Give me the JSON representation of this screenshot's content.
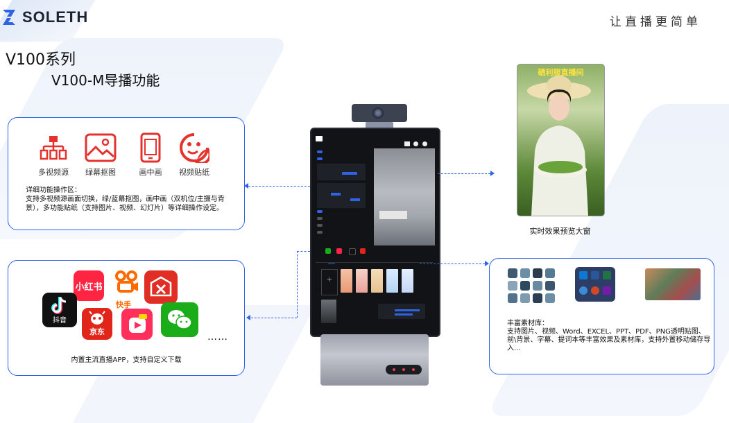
{
  "header": {
    "logo_text": "SOLETH",
    "slogan": "让直播更简单"
  },
  "titles": {
    "series": "V100系列",
    "subtitle": "V100-M导播功能"
  },
  "features_box": {
    "features": [
      {
        "label": "多视频源",
        "icon": "multi-source-icon"
      },
      {
        "label": "绿幕抠图",
        "icon": "image-icon"
      },
      {
        "label": "画中画",
        "icon": "pip-icon"
      },
      {
        "label": "视频贴纸",
        "icon": "sticker-icon"
      }
    ],
    "heading": "详细功能操作区：",
    "description": "支持多视频源画面切换，绿/蓝幕抠图，画中画（双机位/主摄与背景），多功能贴纸（支持图片、视频、幻灯片）等详细操作设定。"
  },
  "apps_box": {
    "apps": [
      {
        "label": "小红书",
        "icon": "xiaohongshu-icon",
        "color": "#ff2442"
      },
      {
        "label": "快手",
        "icon": "kuaishou-icon",
        "color": "#ff6a00"
      },
      {
        "label": "抖音",
        "icon": "douyin-icon",
        "color": "#111111"
      },
      {
        "label": "京东",
        "icon": "jd-icon",
        "color": "#e1251b"
      },
      {
        "label": "拼多多",
        "icon": "pinduoduo-icon",
        "color": "#e02e24"
      },
      {
        "label": "淘宝直播",
        "icon": "taobao-live-icon",
        "color": "#ff2f5c"
      },
      {
        "label": "微信",
        "icon": "wechat-icon",
        "color": "#1aad19"
      }
    ],
    "ellipsis": "……",
    "caption": "内置主流直播APP，支持自定义下载"
  },
  "preview": {
    "badge": "硒利服直播间",
    "caption": "实时效果预览大窗"
  },
  "materials_box": {
    "heading": "丰富素材库：",
    "description": "支持图片、视频、Word、EXCEL、PPT、PDF、PNG透明贴图、前\\背景、字幕、提词本等丰富效果及素材库，支持外置移动储存导入..."
  },
  "colors": {
    "accent": "#2f63e6",
    "text": "#111111"
  }
}
